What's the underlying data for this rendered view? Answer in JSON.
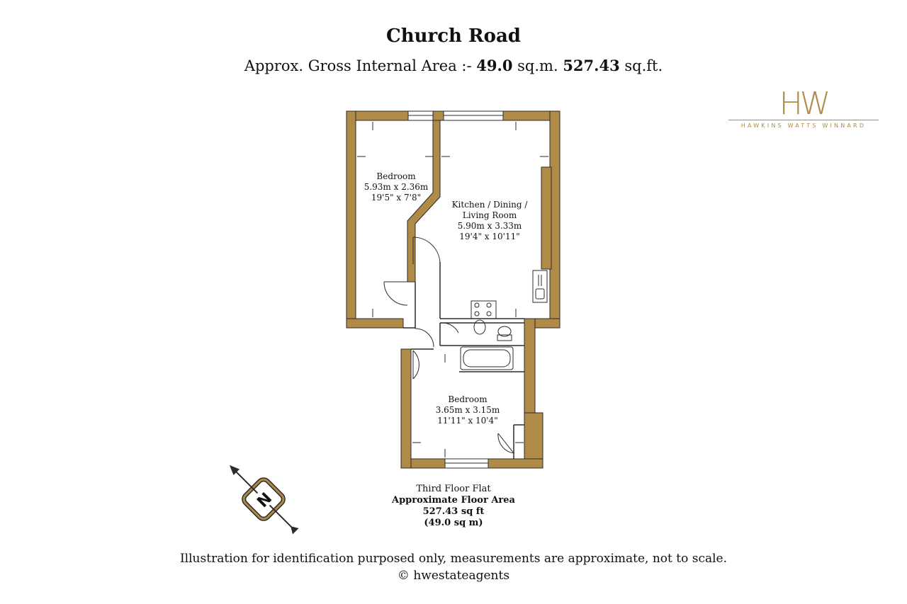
{
  "header": {
    "title": "Church Road",
    "area_prefix": "Approx. Gross Internal Area :-",
    "area_sqm_value": "49.0",
    "area_sqm_unit": "sq.m.",
    "area_sqft_value": "527.43",
    "area_sqft_unit": "sq.ft."
  },
  "logo": {
    "mark": "HW",
    "text": "HAWKINS WATTS WINNARD"
  },
  "rooms": [
    {
      "name": "Bedroom",
      "metric": "5.93m x 2.36m",
      "imperial": "19'5\" x 7'8\""
    },
    {
      "name_line1": "Kitchen / Dining /",
      "name_line2": "Living Room",
      "metric": "5.90m x 3.33m",
      "imperial": "19'4\" x 10'11\""
    },
    {
      "name": "Bedroom",
      "metric": "3.65m x 3.15m",
      "imperial": "11'11\" x 10'4\""
    }
  ],
  "compass": {
    "label": "N"
  },
  "summary": {
    "floor": "Third Floor Flat",
    "heading": "Approximate Floor Area",
    "sqft": "527.43 sq ft",
    "sqm": "(49.0 sq m)"
  },
  "footer": {
    "disclaimer": "Illustration for identification purposed only, measurements are approximate, not to scale.",
    "copyright": "© hwestateagents"
  },
  "colors": {
    "wall": "#b08a47",
    "wall_outline": "#2b2b2b",
    "brand": "#b08a47"
  }
}
